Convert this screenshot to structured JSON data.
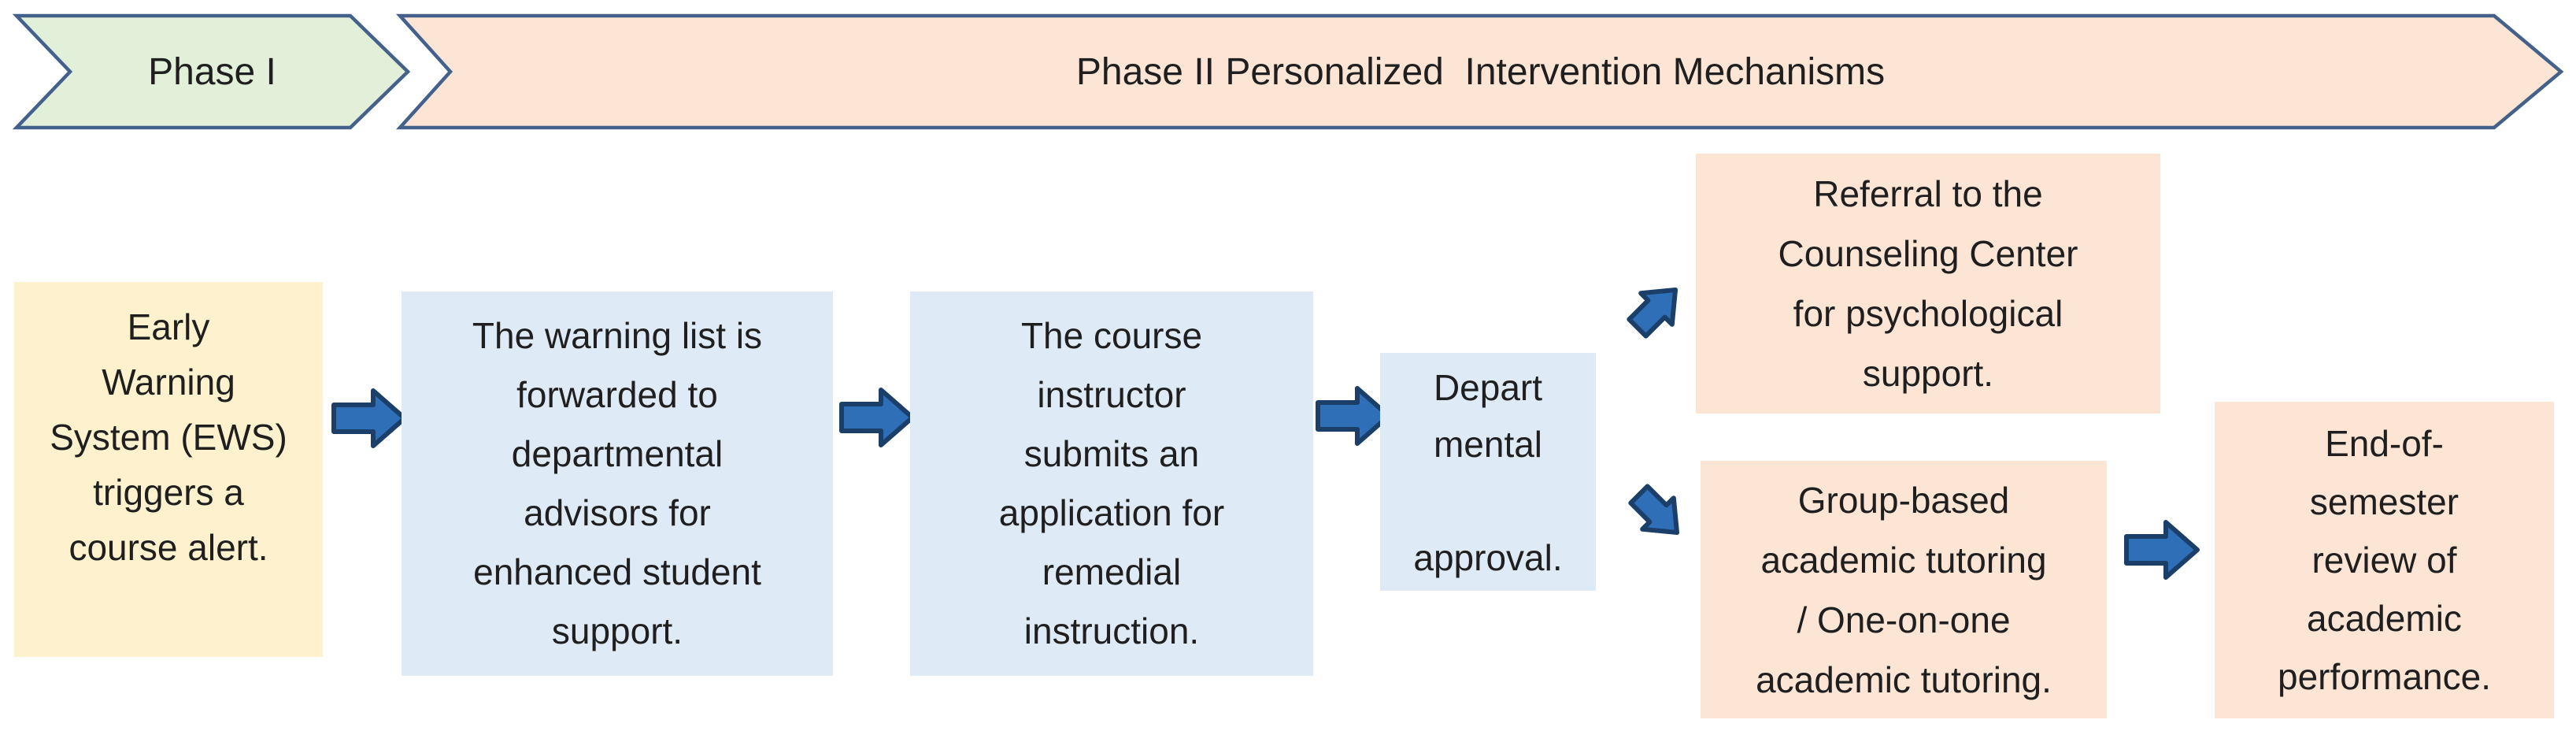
{
  "figure": {
    "type": "flowchart",
    "description": "Two-phase early warning and intervention process flow"
  },
  "banners": {
    "phase1": {
      "label": "Phase I",
      "fill": "#e2efd9",
      "border": "#44618c"
    },
    "phase2": {
      "label": "Phase II Personalized  Intervention Mechanisms",
      "fill": "#fce5d5",
      "border": "#44618c"
    }
  },
  "boxes": [
    {
      "id": "ews-trigger",
      "text": "Early\nWarning\nSystem (EWS)\ntriggers a\ncourse alert.",
      "fill": "#fdf2cd"
    },
    {
      "id": "warning-list-forwarded",
      "text": "The warning list is\nforwarded to\ndepartmental\nadvisors for\nenhanced student\nsupport.",
      "fill": "#deebf7"
    },
    {
      "id": "instructor-application",
      "text": "The course\ninstructor\nsubmits an\napplication for\nremedial\ninstruction.",
      "fill": "#deebf7"
    },
    {
      "id": "departmental-approval",
      "text": "Depart\nmental\n\napproval.",
      "fill": "#deebf7"
    },
    {
      "id": "counseling-referral",
      "text": "Referral to the\nCounseling Center\nfor psychological\nsupport.",
      "fill": "#fce5d5"
    },
    {
      "id": "group-tutoring",
      "text": "Group-based\nacademic tutoring\n/ One-on-one\nacademic tutoring.",
      "fill": "#fce5d5"
    },
    {
      "id": "semester-review",
      "text": "End-of-\nsemester\nreview of\nacademic\nperformance.",
      "fill": "#fce5d5"
    }
  ],
  "arrows": {
    "fill": "#2e6fb7",
    "stroke": "#1b3f69",
    "straight_count": 4,
    "diagonal_count": 2
  }
}
